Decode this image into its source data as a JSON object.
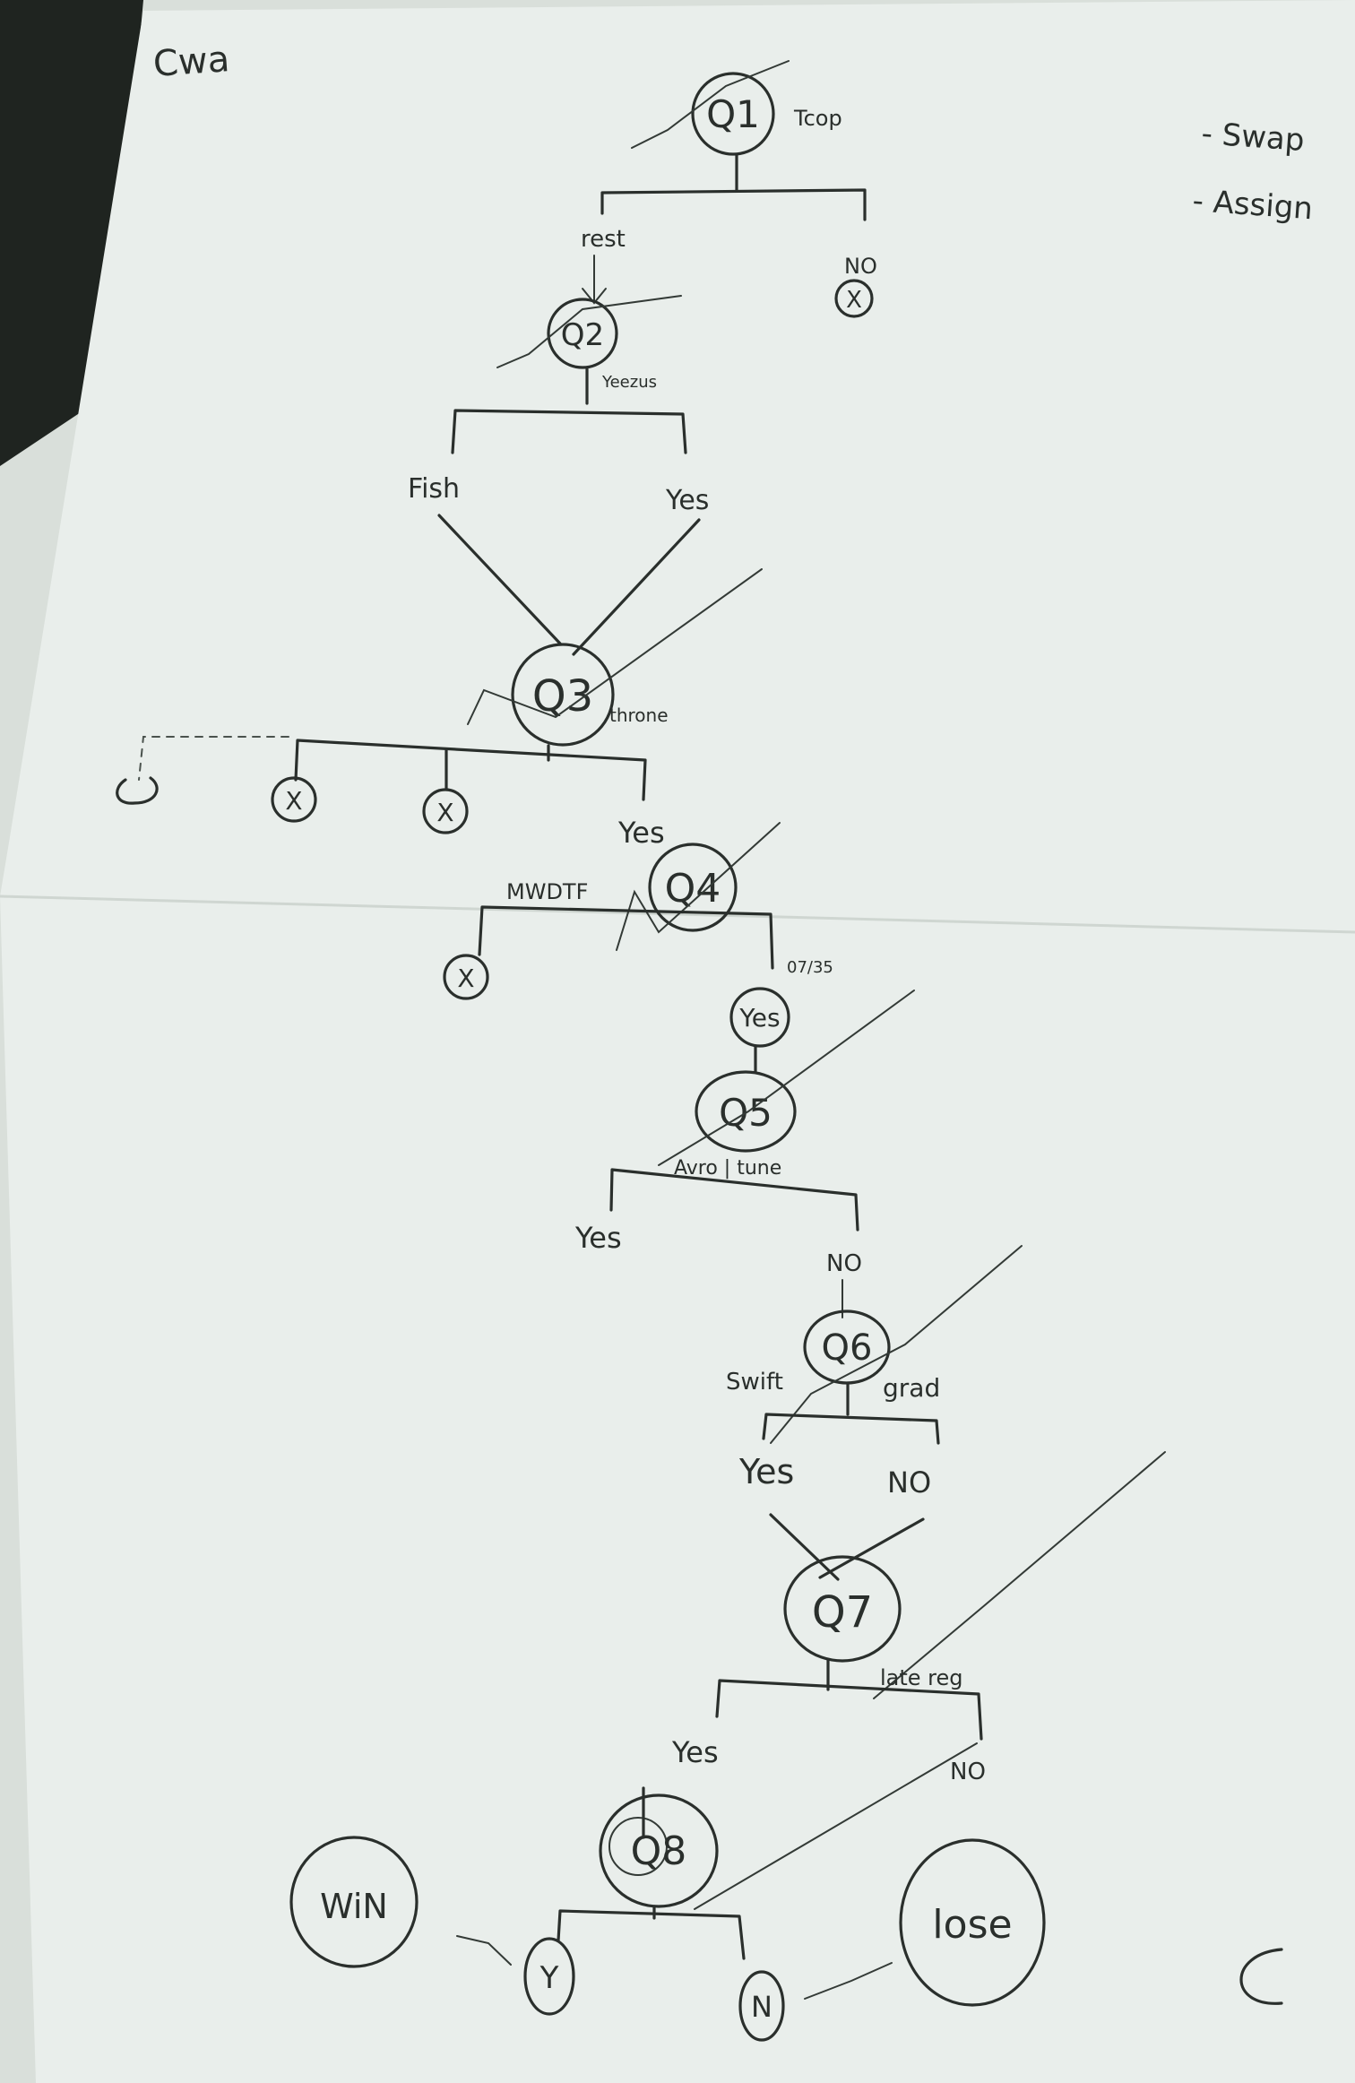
{
  "page": {
    "corner_note": "Cwa",
    "side_notes": [
      "- Swap",
      "- Assign"
    ]
  },
  "nodes": {
    "q1": "Q1",
    "q1_note": "Tcop",
    "q2": "Q2",
    "q2_note": "Yeezus",
    "q3": "Q3",
    "q3_note": "throne",
    "q4": "Q4",
    "q4_note": "07/35",
    "q5": "Q5",
    "q5_note": "Avro | tune",
    "q6": "Q6",
    "q7": "Q7",
    "q7_note": "late reg",
    "q8": "Q8",
    "win": "WiN",
    "lose": "lose",
    "y": "Y",
    "n": "N",
    "x": "X"
  },
  "branches": {
    "rest": "rest",
    "no": "NO",
    "fish": "Fish",
    "yes": "Yes",
    "mwdtf": "MWDTF",
    "yes_circle": "Yes",
    "swift": "Swift",
    "grad": "grad",
    "q7_no": "NO"
  }
}
